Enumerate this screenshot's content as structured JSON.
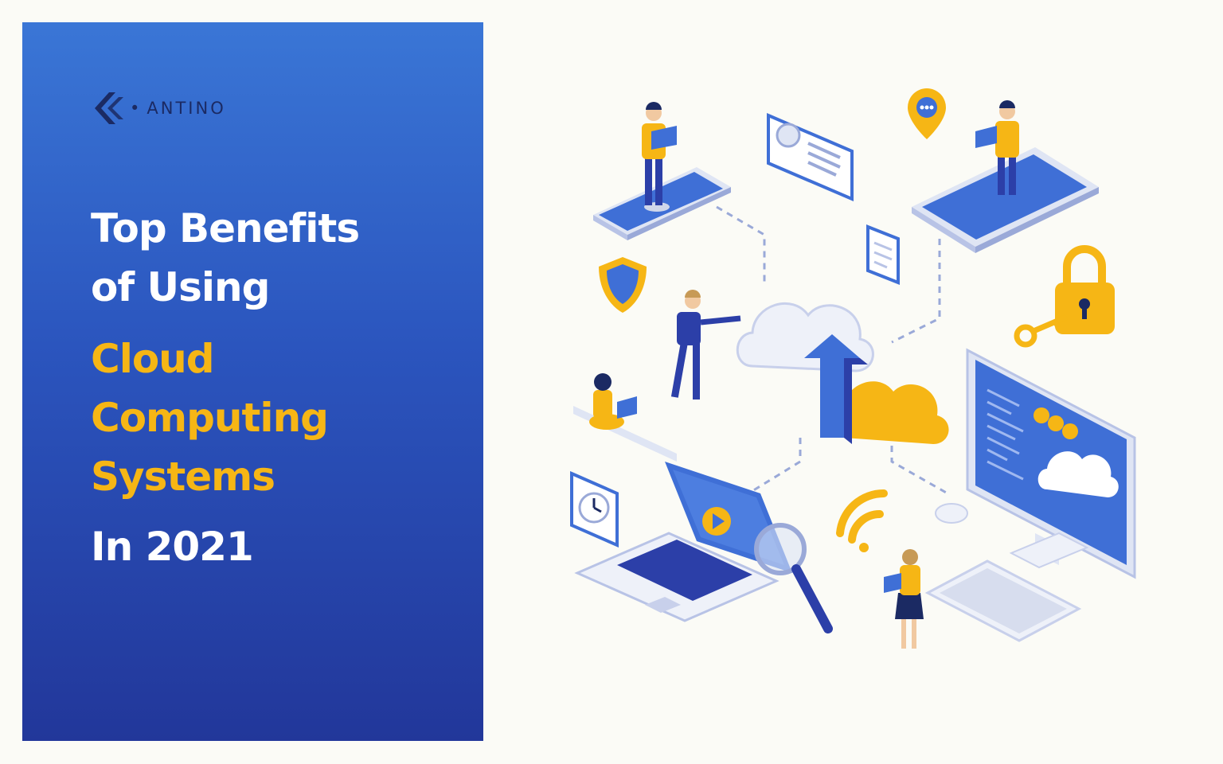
{
  "brand": {
    "name": "ANTINO",
    "separator": "•"
  },
  "headline": {
    "line1": "Top Benefits",
    "line2": "of Using",
    "line3": "Cloud",
    "line4": "Computing",
    "line5": "Systems",
    "line6": "In 2021"
  },
  "colors": {
    "panel_top": "#3a76d6",
    "panel_bottom": "#22379a",
    "accent_yellow": "#f6b615",
    "text_white": "#ffffff",
    "background": "#fbfbf6"
  },
  "illustration": {
    "elements": [
      "cloud-upload-icon",
      "phone-icon",
      "tablet-icon",
      "laptop-icon",
      "monitor-icon",
      "keyboard-icon",
      "padlock-icon",
      "key-icon",
      "shield-icon",
      "wifi-icon",
      "magnifier-icon",
      "clock-icon",
      "location-pin-icon",
      "document-icon",
      "message-card-icon",
      "person-icon"
    ]
  }
}
